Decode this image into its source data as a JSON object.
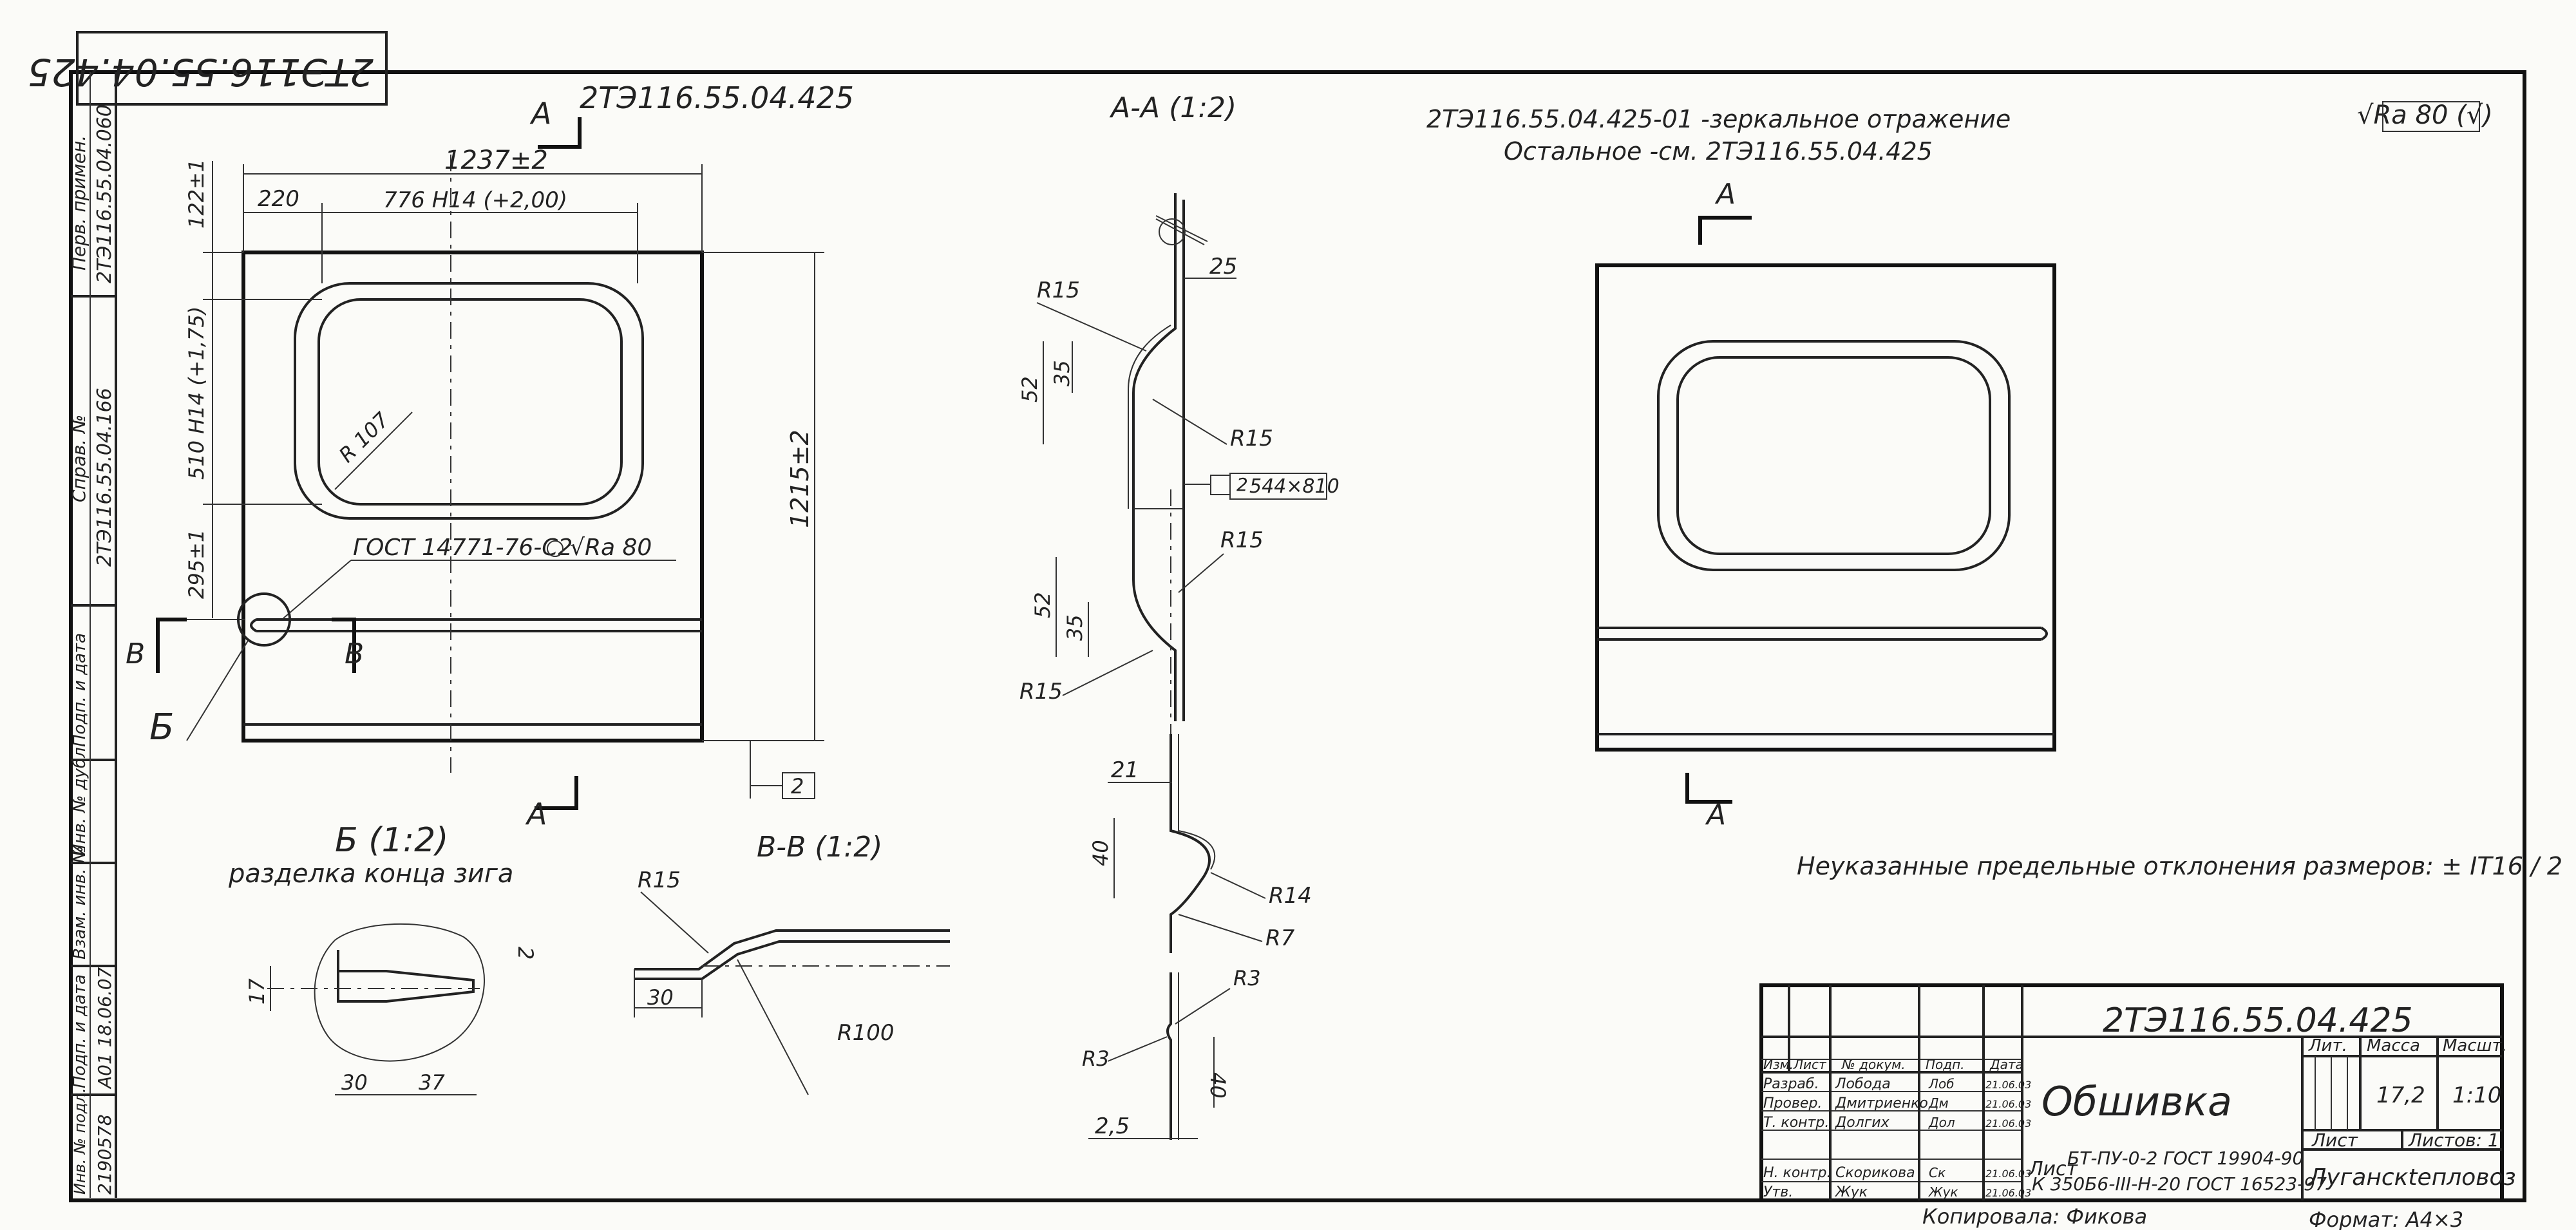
{
  "sheet": {
    "top_right_designation": "2ТЭ116.55.04.425",
    "main_view_title": "2ТЭ116.55.04.425",
    "mirror_note_line1": "2ТЭ116.55.04.425-01 -зеркальное отражение",
    "mirror_note_line2": "Остальное -см. 2ТЭ116.55.04.425",
    "roughness_symbol": "√Ra 80 (√)",
    "section_title": "А-А (1:2)",
    "detail_b_title": "Б (1:2)",
    "detail_b_subtitle": "разделка конца зига",
    "section_bb_title": "В-В (1:2)",
    "tolerance_note": "Неуказанные предельные отклонения размеров: ± IT16 / 2",
    "copied_by": "Копировала: Фикова"
  },
  "cut_markers": {
    "section_a": "А",
    "section_b": "В",
    "detail_b": "Б"
  },
  "dimensions": {
    "overall_width": "1237±2",
    "left_offset": "220",
    "window_width": "776 H14 (+2,00)",
    "top_offset": "122±1",
    "window_height": "510 H14 (+1,75)",
    "overall_height": "1215±2",
    "bead_offset": "295±1",
    "corner_radius": "R 107",
    "gost_note": "ГОСТ 14771-76-С2",
    "gost_roughness": "√Ra 80",
    "flag_number": "2",
    "blank_size_box": "2",
    "blank_size": "544×810"
  },
  "section_aa": {
    "r15_top": "R15",
    "w25": "25",
    "h52_top": "52",
    "h35_top": "35",
    "r15_mid": "R15",
    "r15_low": "R15",
    "h52_low": "52",
    "h35_low": "35",
    "r15_bottom": "R15",
    "w21": "21",
    "h40_bead": "40",
    "r14": "R14",
    "r7": "R7",
    "r3_right": "R3",
    "r3_left": "R3",
    "h40_end": "40",
    "t25": "2,5"
  },
  "detail_b": {
    "d17": "17",
    "d2": "2",
    "d30": "30",
    "d37": "37"
  },
  "section_bb": {
    "r15": "R15",
    "d30": "30",
    "r100": "R100"
  },
  "margin_stamp": {
    "perv_prim_label": "Перв. примен.",
    "perv_prim_value": "2ТЭ116.55.04.060",
    "sprav_label": "Справ. №",
    "sprav_value": "2ТЭ116.55.04.166",
    "podp_data_1": "Подп. и дата",
    "inv_dubl": "Инв. № дубл.",
    "vzam_inv": "Взам. инв. №",
    "podp_data_2": "Подп. и дата",
    "inv_podl": "Инв. № подл.",
    "inv_podl_value": "2190578",
    "date_value": "А01 18.06.07"
  },
  "title_block": {
    "designation": "2ТЭ116.55.04.425",
    "part_name": "Обшивка",
    "lit_label": "Лит.",
    "mass_label": "Масса",
    "scale_label": "Масшт.",
    "mass_value": "17,2",
    "scale_value": "1:10",
    "sheet_label": "Лист",
    "sheets_label": "Листов: 1",
    "material_line1": "БТ-ПУ-0-2 ГОСТ 19904-90",
    "material_line2": "К 350Б6-III-Н-20 ГОСТ 16523-97",
    "material_prefix": "Лист",
    "organization": "Луганскteплoвoз",
    "format": "Формат: А4×3",
    "header_cols": [
      "Изм.",
      "Лист",
      "№ докум.",
      "Подп.",
      "Дата"
    ],
    "roles": [
      {
        "role": "Разраб.",
        "name": "Лобода",
        "sign": "Лоб",
        "date": "21.06.03"
      },
      {
        "role": "Провер.",
        "name": "Дмитриенко",
        "sign": "Дм",
        "date": "21.06.03"
      },
      {
        "role": "Т. контр.",
        "name": "Долгих",
        "sign": "Дол",
        "date": "21.06.03"
      },
      {
        "role": "",
        "name": "",
        "sign": "",
        "date": ""
      },
      {
        "role": "Н. контр.",
        "name": "Скорикова",
        "sign": "Ск",
        "date": "21.06.03"
      },
      {
        "role": "Утв.",
        "name": "Жук",
        "sign": "Жук",
        "date": "21.06.03"
      }
    ]
  }
}
